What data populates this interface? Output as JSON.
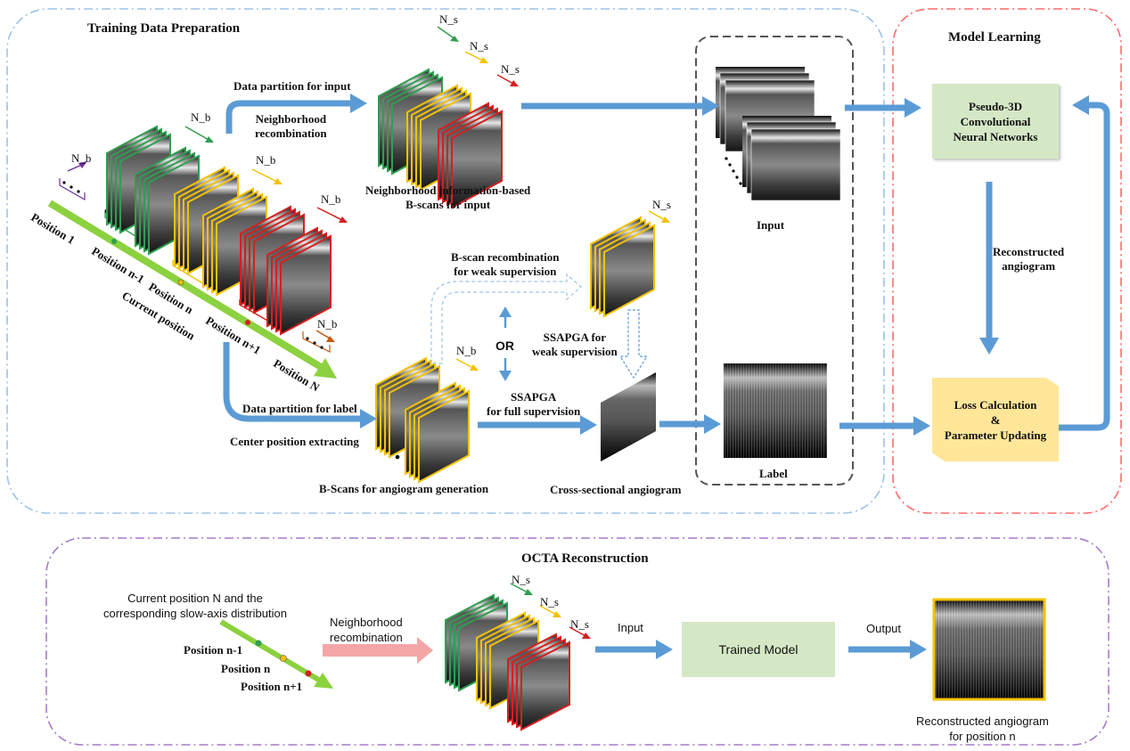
{
  "sections": {
    "training": "Training Data Preparation",
    "model": "Model Learning",
    "octa": "OCTA Reconstruction"
  },
  "labels": {
    "data_partition_input": "Data partition for input",
    "neighborhood_recomb": "Neighborhood\nrecombination",
    "neighborhood_info": "Neighborhood information-based\nB-scans for input",
    "bscan_recomb_weak": "B-scan recombination\nfor weak supervision",
    "or": "OR",
    "ssapga_weak": "SSAPGA for\nweak supervision",
    "ssapga_full": "SSAPGA\nfor full supervision",
    "data_partition_label": "Data partition for label",
    "center_extract": "Center position extracting",
    "bscans_angio": "B-Scans for angiogram generation",
    "cross_sectional": "Cross-sectional angiogram",
    "input": "Input",
    "label": "Label",
    "reconstructed_angiogram": "Reconstructed\nangiogram",
    "current_position_dist": "Current position N and the\ncorresponding slow-axis distribution",
    "oct_neighborhood": "Neighborhood\nrecombination",
    "oct_input": "Input",
    "oct_output": "Output",
    "recon_for_pos": "Reconstructed angiogram\nfor position n",
    "pos_nm1": "Position n-1",
    "pos_n": "Position n",
    "pos_np1": "Position n+1"
  },
  "boxes": {
    "pseudo3d": "Pseudo-3D\nConvolutional\nNeural Networks",
    "loss": "Loss Calculation\n&\nParameter Updating",
    "trained": "Trained Model"
  },
  "axis_labels": {
    "position_1": "Position 1",
    "position_nm1": "Position n-1",
    "position_n": "Position n",
    "current_position": "Current position",
    "position_np1": "Position n+1",
    "position_N": "Position N"
  },
  "symbols": {
    "nb": "N_b",
    "ns": "N_s"
  },
  "colors": {
    "green": "#2e9e4f",
    "yellow": "#f2c200",
    "red": "#d42020",
    "blue_arrow": "#5b9bd5",
    "box_green": "#d5e8c6",
    "box_yellow": "#ffe699",
    "dash_blue": "#9dc3e6",
    "dash_red": "#ff6b6b",
    "dash_purple": "#a77bc7",
    "pink_arrow": "#f4a6a6",
    "bright_green": "#8cd13f",
    "purple": "#7030a0",
    "orange": "#c55a11"
  }
}
